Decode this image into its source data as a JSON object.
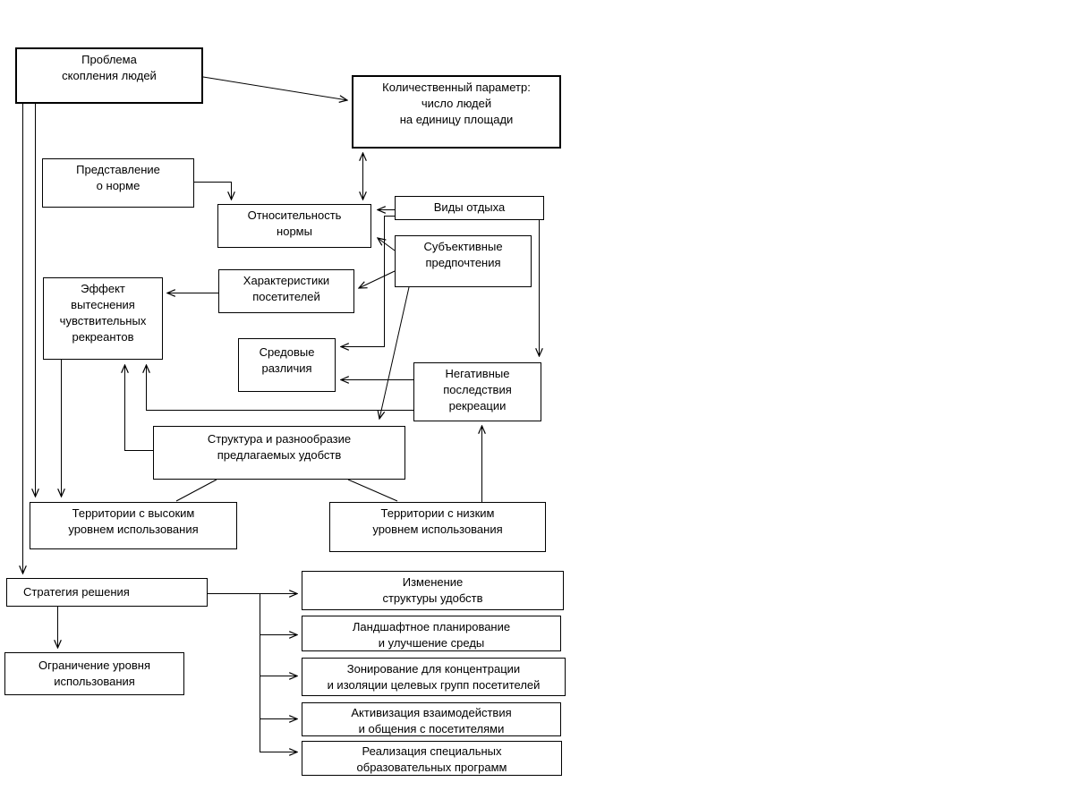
{
  "page": {
    "background": "#ffffff",
    "line_color": "#000000",
    "text_color": "#000000"
  },
  "boxes": [
    {
      "id": "crowding-problem",
      "label": "Проблема\nскопления людей"
    },
    {
      "id": "quantitative-parameter",
      "label": "Количественный параметр:\nчисло людей\nна единицу площади"
    },
    {
      "id": "norm-concept",
      "label": "Представление\nо норме"
    },
    {
      "id": "norm-relativity",
      "label": "Относительность\nнормы"
    },
    {
      "id": "recreation-types",
      "label": "Виды отдыха"
    },
    {
      "id": "subjective-preferences",
      "label": "Субъективные\nпредпочтения"
    },
    {
      "id": "visitor-characteristics",
      "label": "Характеристики\nпосетителей"
    },
    {
      "id": "displacement-effect",
      "label": "Эффект\nвытеснения\nчувствительных\nрекреантов"
    },
    {
      "id": "environmental-differences",
      "label": "Средовые\nразличия"
    },
    {
      "id": "negative-consequences",
      "label": "Негативные\nпоследствия\nрекреации"
    },
    {
      "id": "amenities-structure",
      "label": "Структура и разнообразие\nпредлагаемых удобств"
    },
    {
      "id": "high-use-territories",
      "label": "Территории с высоким\nуровнем использования"
    },
    {
      "id": "low-use-territories",
      "label": "Территории с низким\nуровнем использования"
    },
    {
      "id": "solution-strategy",
      "label": "Стратегия решения"
    },
    {
      "id": "use-level-limitation",
      "label": "Ограничение уровня\nиспользования"
    },
    {
      "id": "amenities-change",
      "label": "Изменение\nструктуры удобств"
    },
    {
      "id": "landscape-planning",
      "label": "Ландшафтное планирование\nи улучшение среды"
    },
    {
      "id": "zoning",
      "label": "Зонирование для концентрации\nи изоляции целевых групп посетителей"
    },
    {
      "id": "interaction-activation",
      "label": "Активизация взаимодействия\nи общения с посетителями"
    },
    {
      "id": "education-programs",
      "label": "Реализация специальных\nобразовательных программ"
    }
  ],
  "connections": [
    {
      "from": "crowding-problem",
      "to": "quantitative-parameter",
      "arrow": "end"
    },
    {
      "from": "crowding-problem",
      "to": "solution-strategy",
      "arrow": "end"
    },
    {
      "from": "crowding-problem",
      "to": "high-use-territories",
      "arrow": "end"
    },
    {
      "from": "norm-concept",
      "to": "norm-relativity",
      "arrow": "end"
    },
    {
      "from": "quantitative-parameter",
      "to": "norm-relativity",
      "arrow": "both"
    },
    {
      "from": "recreation-types",
      "to": "norm-relativity",
      "arrow": "end"
    },
    {
      "from": "recreation-types",
      "to": "environmental-differences",
      "arrow": "end"
    },
    {
      "from": "recreation-types",
      "to": "negative-consequences",
      "arrow": "end"
    },
    {
      "from": "subjective-preferences",
      "to": "norm-relativity",
      "arrow": "end"
    },
    {
      "from": "subjective-preferences",
      "to": "visitor-characteristics",
      "arrow": "end"
    },
    {
      "from": "subjective-preferences",
      "to": "amenities-structure",
      "arrow": "end"
    },
    {
      "from": "visitor-characteristics",
      "to": "displacement-effect",
      "arrow": "end"
    },
    {
      "from": "negative-consequences",
      "to": "environmental-differences",
      "arrow": "end"
    },
    {
      "from": "negative-consequences",
      "to": "displacement-effect",
      "arrow": "end"
    },
    {
      "from": "amenities-structure",
      "to": "displacement-effect",
      "arrow": "end"
    },
    {
      "from": "amenities-structure",
      "to": "high-use-territories",
      "arrow": "none"
    },
    {
      "from": "amenities-structure",
      "to": "low-use-territories",
      "arrow": "none"
    },
    {
      "from": "low-use-territories",
      "to": "negative-consequences",
      "arrow": "end"
    },
    {
      "from": "displacement-effect",
      "to": "high-use-territories",
      "arrow": "end"
    },
    {
      "from": "solution-strategy",
      "to": "amenities-change",
      "arrow": "end"
    },
    {
      "from": "solution-strategy",
      "to": "landscape-planning",
      "arrow": "end"
    },
    {
      "from": "solution-strategy",
      "to": "zoning",
      "arrow": "end"
    },
    {
      "from": "solution-strategy",
      "to": "interaction-activation",
      "arrow": "end"
    },
    {
      "from": "solution-strategy",
      "to": "education-programs",
      "arrow": "end"
    },
    {
      "from": "solution-strategy",
      "to": "use-level-limitation",
      "arrow": "end"
    }
  ]
}
